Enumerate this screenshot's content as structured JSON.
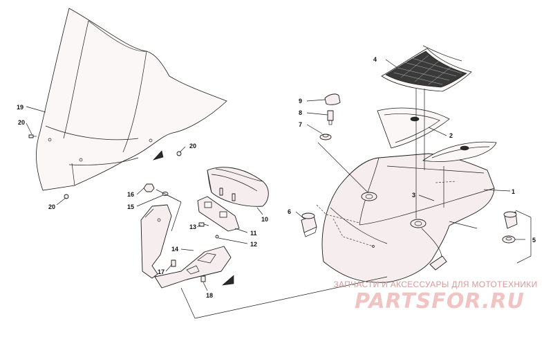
{
  "labels": {
    "l1": "1",
    "l2": "2",
    "l3": "3",
    "l4": "4",
    "l5": "5",
    "l6": "6",
    "l7": "7",
    "l8": "8",
    "l9": "9",
    "l10": "10",
    "l11": "11",
    "l12": "12",
    "l13": "13",
    "l14": "14",
    "l15": "15",
    "l16": "16",
    "l17": "17",
    "l18": "18",
    "l19": "19",
    "l20a": "20",
    "l20b": "20",
    "l20c": "20"
  },
  "watermark": {
    "text": "ЗАПЧАСТИ И АКСЕССУАРЫ ДЛЯ МОТОТЕХНИКИ",
    "logo": "PARTSFOR.RU"
  }
}
